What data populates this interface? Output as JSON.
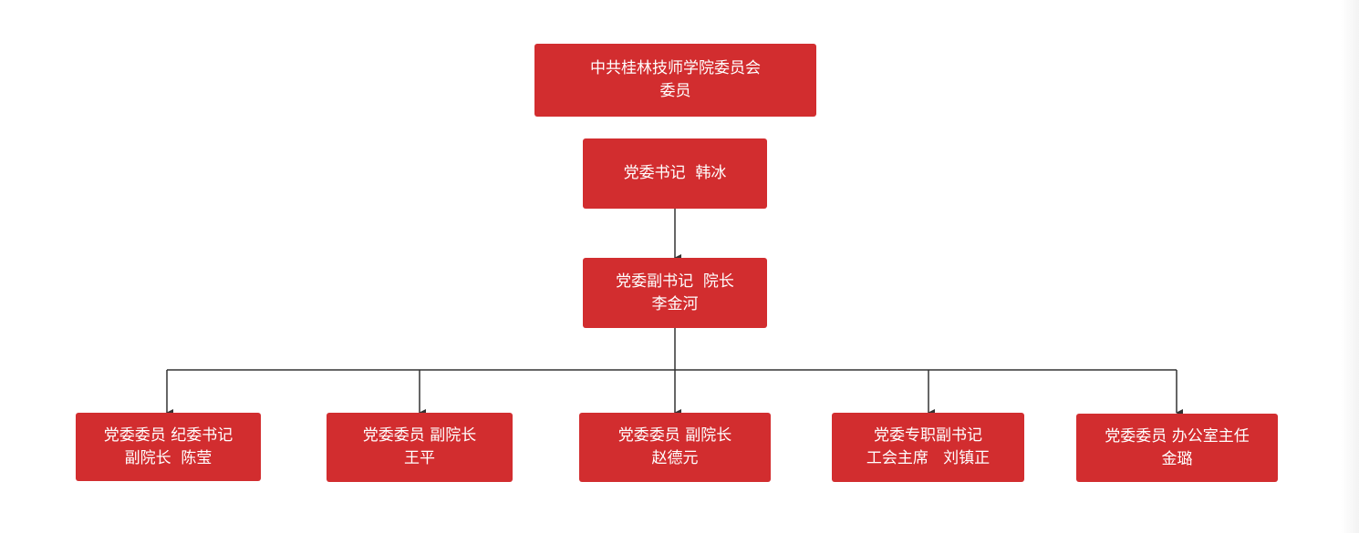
{
  "colors": {
    "node_fill": "#d22d2f",
    "node_text": "#ffffff",
    "connector": "#333333"
  },
  "nodes": {
    "top": {
      "line1": "中共桂林技师学院委员会",
      "line2": "委员"
    },
    "secretary": {
      "line1": "党委书记  韩冰"
    },
    "deputy": {
      "line1": "党委副书记  院长",
      "line2": "李金河"
    },
    "members": [
      {
        "line1": "党委委员 纪委书记",
        "line2": "副院长  陈莹"
      },
      {
        "line1": "党委委员 副院长",
        "line2": "王平"
      },
      {
        "line1": "党委委员 副院长",
        "line2": "赵德元"
      },
      {
        "line1": "党委专职副书记",
        "line2": "工会主席   刘镇正"
      },
      {
        "line1": "党委委员 办公室主任",
        "line2": "金璐"
      }
    ]
  }
}
